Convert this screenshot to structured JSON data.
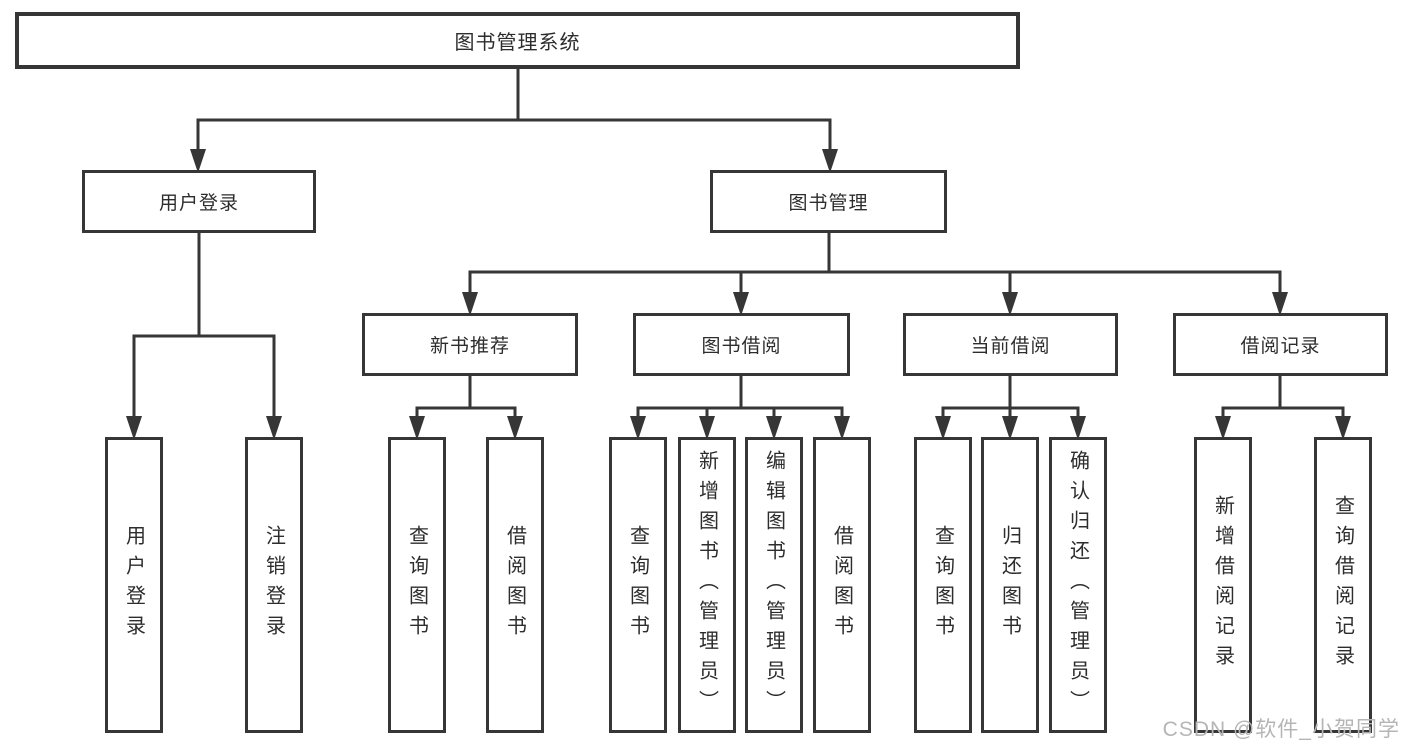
{
  "tree": {
    "root": "图书管理系统",
    "branches": {
      "user_login": {
        "label": "用户登录",
        "children": [
          "用户登录",
          "注销登录"
        ]
      },
      "book_management": {
        "label": "图书管理",
        "sections": {
          "new_book_recommendation": {
            "label": "新书推荐",
            "children": [
              "查询图书",
              "借阅图书"
            ]
          },
          "book_borrowing": {
            "label": "图书借阅",
            "children": [
              "查询图书",
              "新增图书（管理员）",
              "编辑图书（管理员）",
              "借阅图书"
            ]
          },
          "current_borrowing": {
            "label": "当前借阅",
            "children": [
              "查询图书",
              "归还图书",
              "确认归还（管理员）"
            ]
          },
          "borrowing_records": {
            "label": "借阅记录",
            "children": [
              "新增借阅记录",
              "查询借阅记录"
            ]
          }
        }
      }
    }
  },
  "watermark": {
    "text": "CSDN @软件_小贺同学"
  },
  "colors": {
    "line": "#363636",
    "box_border": "#363636",
    "text": "#2d2d2d",
    "background": "#ffffff",
    "watermark": "#b5b5b5"
  }
}
